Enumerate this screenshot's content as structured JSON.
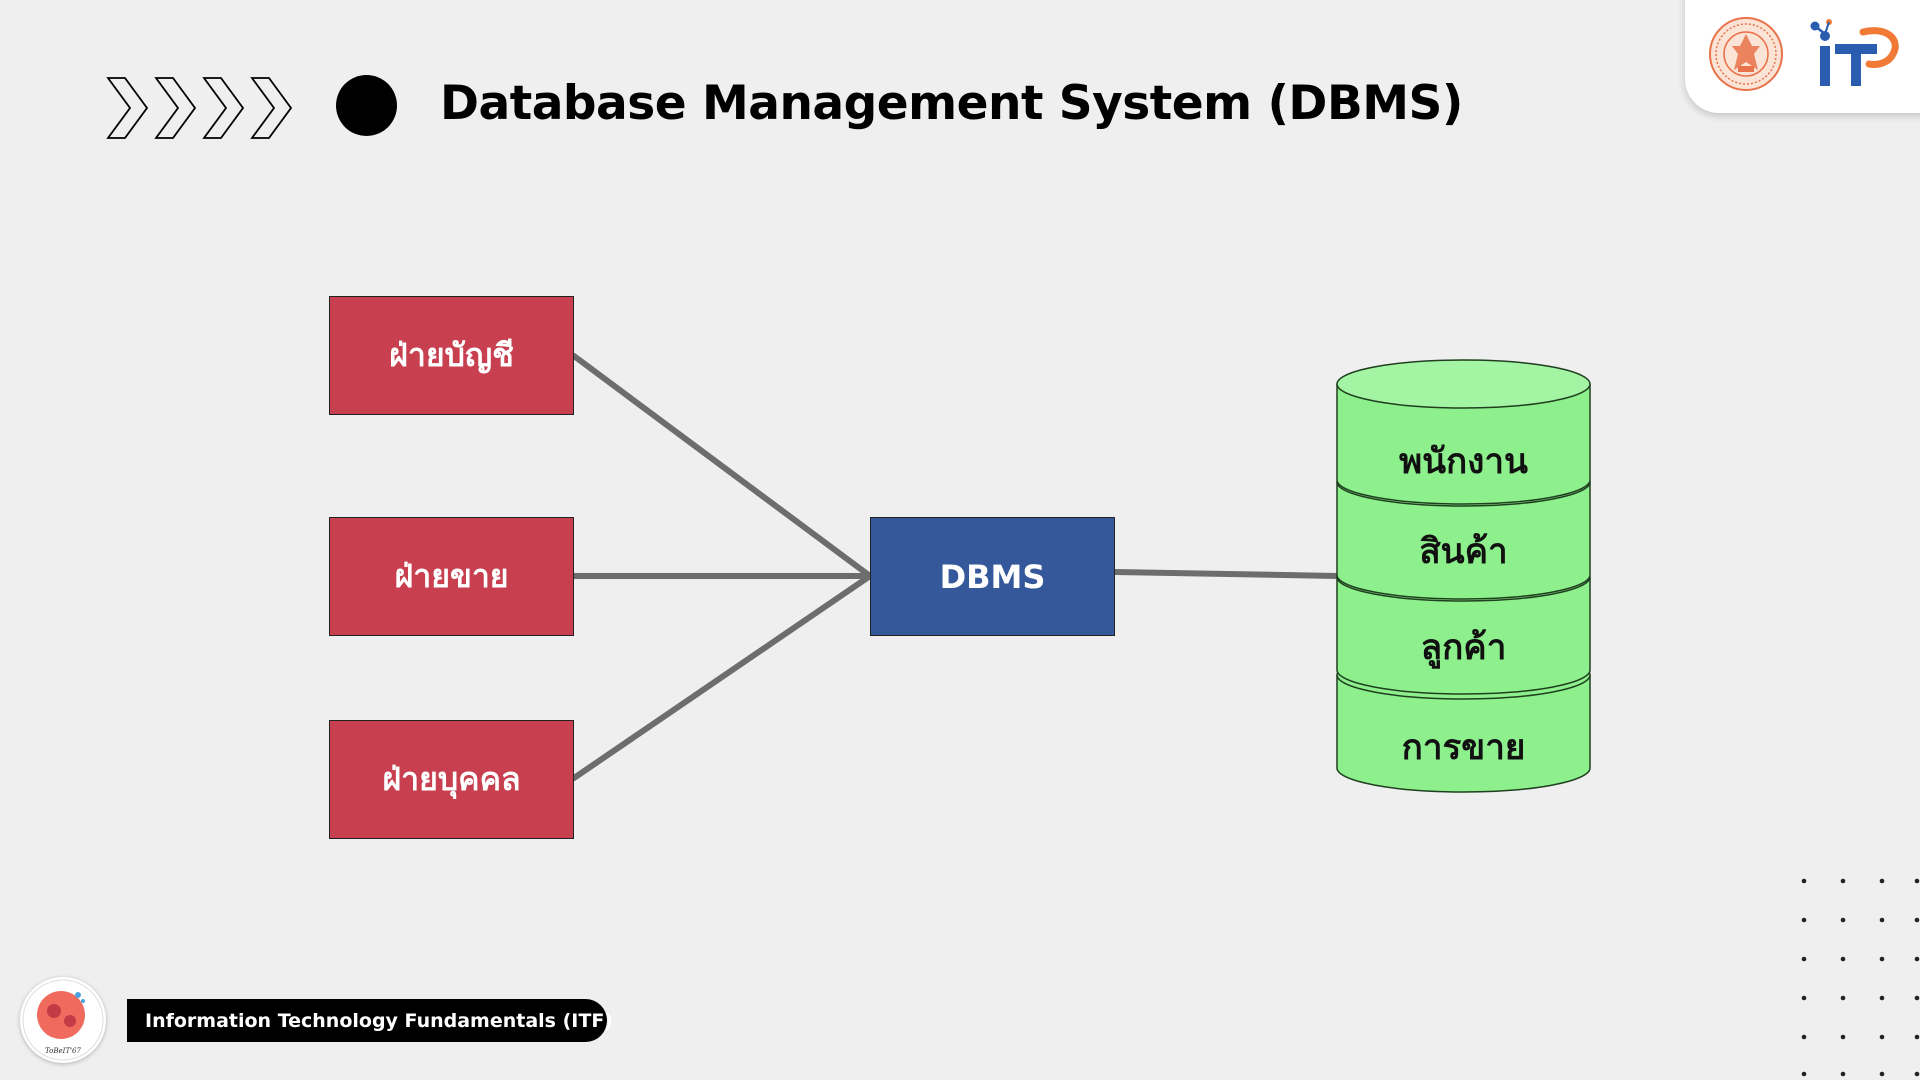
{
  "slide": {
    "title": "Database Management System (DBMS)",
    "footer_label": "Information Technology Fundamentals (ITF)",
    "avatar_caption": "ToBeIT'67"
  },
  "diagram": {
    "departments": [
      {
        "label": "ฝ่ายบัญชี"
      },
      {
        "label": "ฝ่ายขาย"
      },
      {
        "label": "ฝ่ายบุคคล"
      }
    ],
    "hub": {
      "label": "DBMS"
    },
    "database": {
      "tables": [
        "พนักงาน",
        "สินค้า",
        "ลูกค้า",
        "การขาย"
      ]
    }
  },
  "colors": {
    "background": "#efefef",
    "department_fill": "#c8404f",
    "dbms_fill": "#34589a",
    "database_fill": "#8df08d",
    "database_top": "#a3f5a3",
    "connector": "#6d6d6d",
    "logo_orange": "#f07a36",
    "logo_blue": "#2a5db0"
  },
  "icons": [
    "chevron-right-icon",
    "university-seal-icon",
    "it-logo-icon",
    "mascot-avatar-icon"
  ]
}
